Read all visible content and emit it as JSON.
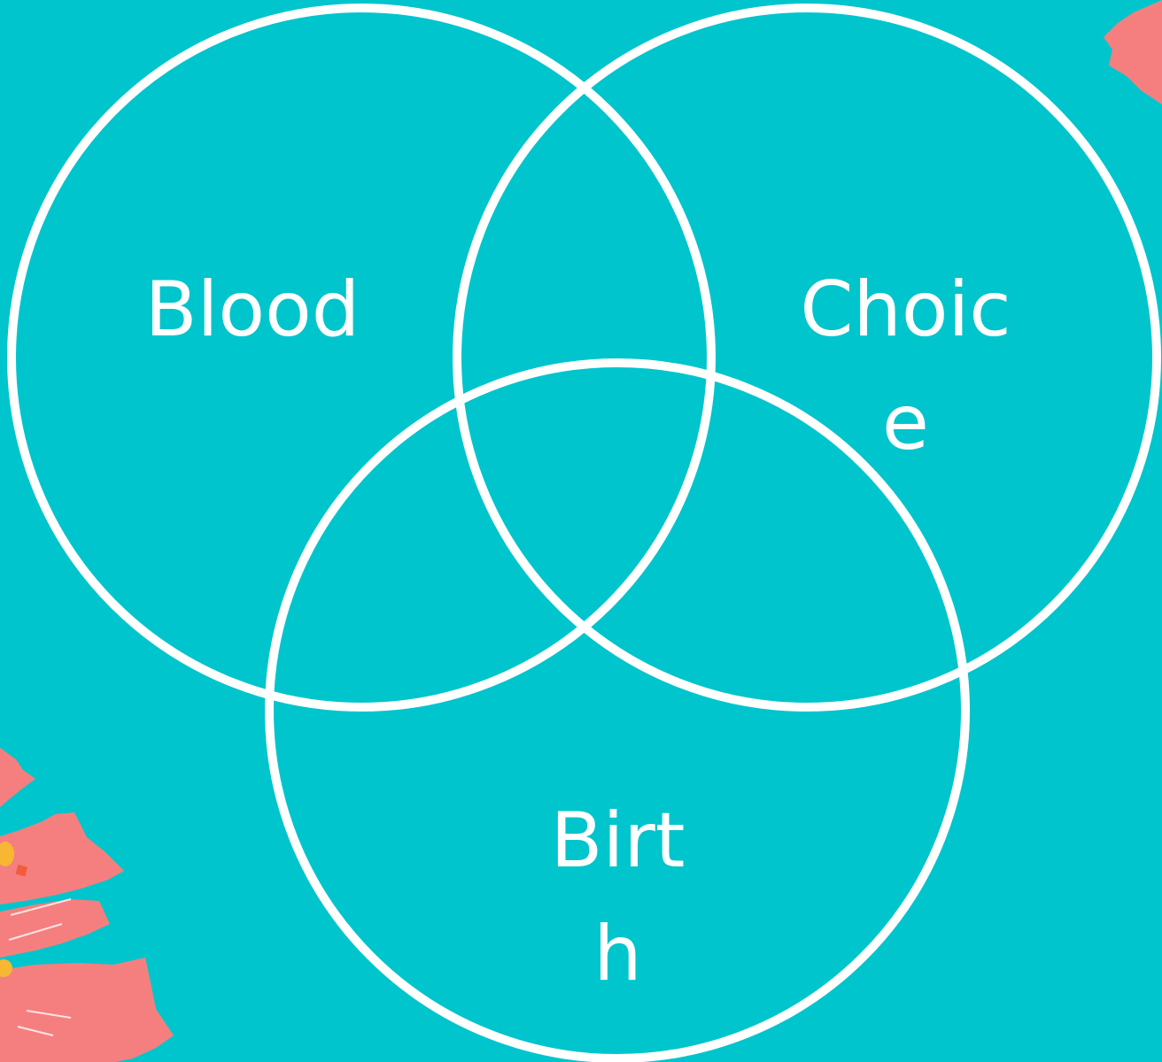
{
  "colors": {
    "background": "#01c5cc",
    "circle_stroke": "#ffffff",
    "label_text": "#ffffff",
    "flower_petal": "#f57f7f",
    "flower_center": "#f7b733",
    "flower_accent": "#f25c3c"
  },
  "venn": {
    "sets": [
      {
        "label": "Blood"
      },
      {
        "label": "Choice"
      },
      {
        "label": "Birth"
      }
    ]
  },
  "decorations": {
    "top_right_icon": "flower-petal-icon",
    "bottom_left_icon": "flower-icon"
  }
}
